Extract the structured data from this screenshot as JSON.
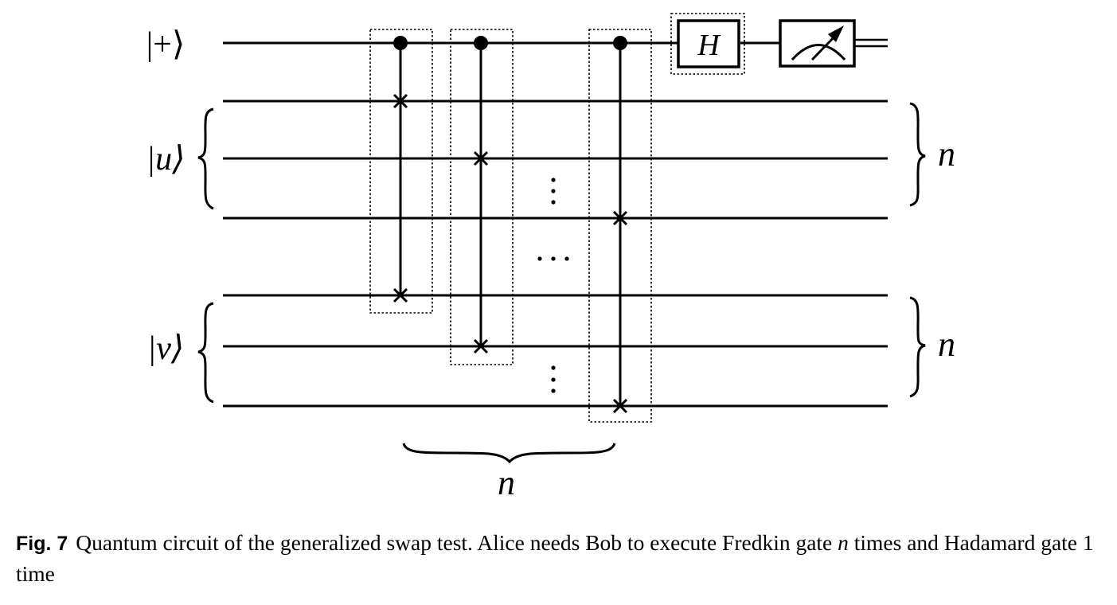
{
  "diagram": {
    "qubit_labels": [
      "|+⟩",
      "|u⟩",
      "|v⟩"
    ],
    "register_size_labels": [
      "n",
      "n"
    ],
    "gate_count_label": "n",
    "hadamard_gate_label": "H",
    "dots_vertical": "⋮",
    "dots_horizontal": "···"
  },
  "caption": {
    "label": "Fig. 7",
    "text_before_var": "Quantum circuit of the generalized swap test. Alice needs Bob to execute Fredkin gate ",
    "var": "n",
    "text_after_var": " times and Hadamard gate 1 time"
  }
}
